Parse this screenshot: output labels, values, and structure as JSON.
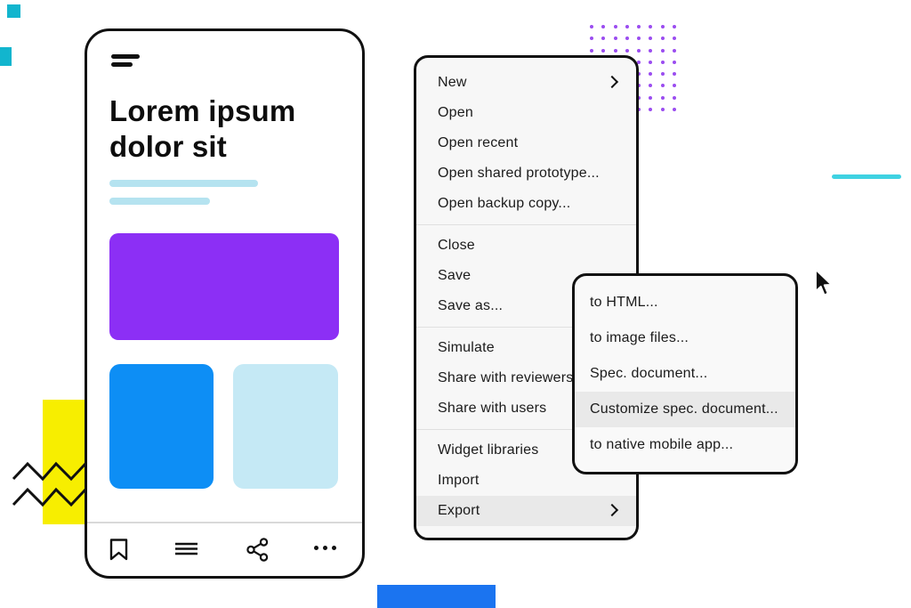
{
  "phone": {
    "title": "Lorem ipsum dolor sit",
    "toolbar_icons": [
      "bookmark",
      "list",
      "share",
      "more"
    ]
  },
  "file_menu": {
    "items": [
      {
        "label": "New",
        "submenu_arrow": true
      },
      {
        "label": "Open"
      },
      {
        "label": "Open recent"
      },
      {
        "label": "Open shared prototype..."
      },
      {
        "label": "Open backup copy...",
        "separator_after": true
      },
      {
        "label": "Close"
      },
      {
        "label": "Save"
      },
      {
        "label": "Save as...",
        "separator_after": true
      },
      {
        "label": "Simulate"
      },
      {
        "label": "Share with reviewers"
      },
      {
        "label": "Share with users",
        "separator_after": true
      },
      {
        "label": "Widget libraries"
      },
      {
        "label": "Import"
      },
      {
        "label": "Export",
        "submenu_arrow": true,
        "highlighted": true
      }
    ]
  },
  "export_submenu": {
    "items": [
      {
        "label": "to HTML..."
      },
      {
        "label": "to image files..."
      },
      {
        "label": "Spec. document..."
      },
      {
        "label": "Customize spec. document...",
        "highlighted": true
      },
      {
        "label": "to native mobile app..."
      }
    ]
  },
  "colors": {
    "purple_block": "#8C2FF5",
    "blue_block": "#0D8EF5",
    "light_blue_block": "#C5E9F5",
    "skeleton_line": "#B5E3F0",
    "yellow_accent": "#F7EE00",
    "dot_pattern": "#9B4DF0",
    "teal_accent": "#12B5CE",
    "cyan_dash": "#3FD2E2",
    "bottom_blue": "#1B74F0",
    "menu_bg": "#F7F7F7",
    "menu_highlight": "#E9E9E9",
    "outline": "#111111"
  }
}
